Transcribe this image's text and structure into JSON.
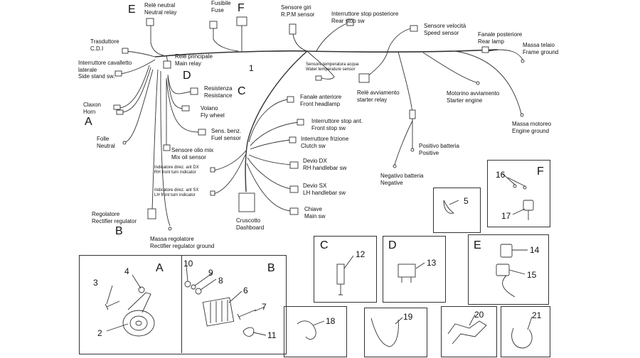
{
  "main_diagram": {
    "section_letters": {
      "E": "E",
      "F": "F",
      "D": "D",
      "C": "C",
      "A": "A",
      "B": "B"
    },
    "harness_number": "1",
    "labels": {
      "neutral_relay": [
        "Relè neutral",
        "Neutral relay"
      ],
      "fuse": [
        "Fusibile",
        "Fuse"
      ],
      "rpm_sensor": [
        "Sensore giri",
        "R.P.M sensor"
      ],
      "rear_stop_sw": [
        "Interruttore stop posteriore",
        "Rear stop sw"
      ],
      "speed_sensor": [
        "Sensore velocità",
        "Speed sensor"
      ],
      "rear_lamp": [
        "Fanale posteriore",
        "Rear lamp"
      ],
      "frame_ground": [
        "Massa telaio",
        "Frame ground"
      ],
      "cdi": [
        "Trasduttore",
        "C.D.I"
      ],
      "side_stand_sw": [
        "Interruttore cavalletto",
        "laterale",
        "Side stand sw."
      ],
      "main_relay": [
        "Relè principale",
        "Main relay"
      ],
      "water_temp_sensor": [
        "Sensore temperatura acqua",
        "Water temperature sensor"
      ],
      "starter_relay": [
        "Relè avviamento",
        "starter relay"
      ],
      "starter_engine": [
        "Motorino avviamento",
        "Starter engine"
      ],
      "engine_ground": [
        "Massa motoreo",
        "Engine ground"
      ],
      "resistance": [
        "Resistenza",
        "Resistance"
      ],
      "horn": [
        "Claxon",
        "Horn"
      ],
      "fly_wheel": [
        "Volano",
        "Fly wheel"
      ],
      "front_headlamp": [
        "Fanale anteriore",
        "Front headlamp"
      ],
      "front_stop_sw": [
        "Interruttore stop ant.",
        "Front stop sw"
      ],
      "neutral": [
        "Folle",
        "Neutral"
      ],
      "fuel_sensor": [
        "Sens. benz.",
        "Fuel sensor"
      ],
      "clutch_sw": [
        "Interruttore frizione",
        "Clutch sw"
      ],
      "positive": [
        "Positivo batteria",
        "Positive"
      ],
      "mix_oil_sensor": [
        "Sensore olio mix",
        "Mix oil sensor"
      ],
      "rh_turn": [
        "Indicatore direz. ant DX",
        "RH front turn indicator"
      ],
      "rh_handlebar": [
        "Devio DX",
        "RH handlebar sw"
      ],
      "negative": [
        "Negativo batteria",
        "Negative"
      ],
      "lh_handlebar": [
        "Devio SX",
        "LH handlebar sw"
      ],
      "lh_turn": [
        "Indicatore direz. ant SX",
        "LH front turn indicator"
      ],
      "rectifier_regulator": [
        "Regolatore",
        "Rectifier regulator"
      ],
      "main_sw": [
        "Chiave",
        "Main sw"
      ],
      "dashboard": [
        "Cruscotto",
        "Dashboard"
      ],
      "regulator_ground": [
        "Massa regolatore",
        "Rectifier regulator ground"
      ]
    }
  },
  "detail_panels": {
    "A": {
      "letter": "A",
      "parts": [
        "2",
        "3",
        "4"
      ]
    },
    "B": {
      "letter": "B",
      "parts": [
        "6",
        "7",
        "8",
        "9",
        "10",
        "11"
      ]
    },
    "C": {
      "letter": "C",
      "parts": [
        "12"
      ]
    },
    "D": {
      "letter": "D",
      "parts": [
        "13"
      ]
    },
    "E": {
      "letter": "E",
      "parts": [
        "14",
        "15"
      ]
    },
    "F": {
      "letter": "F",
      "parts": [
        "16",
        "17"
      ]
    },
    "p5": {
      "parts": [
        "5"
      ]
    },
    "p18": {
      "parts": [
        "18"
      ]
    },
    "p19": {
      "parts": [
        "19"
      ]
    },
    "p20": {
      "parts": [
        "20"
      ]
    },
    "p21": {
      "parts": [
        "21"
      ]
    }
  }
}
